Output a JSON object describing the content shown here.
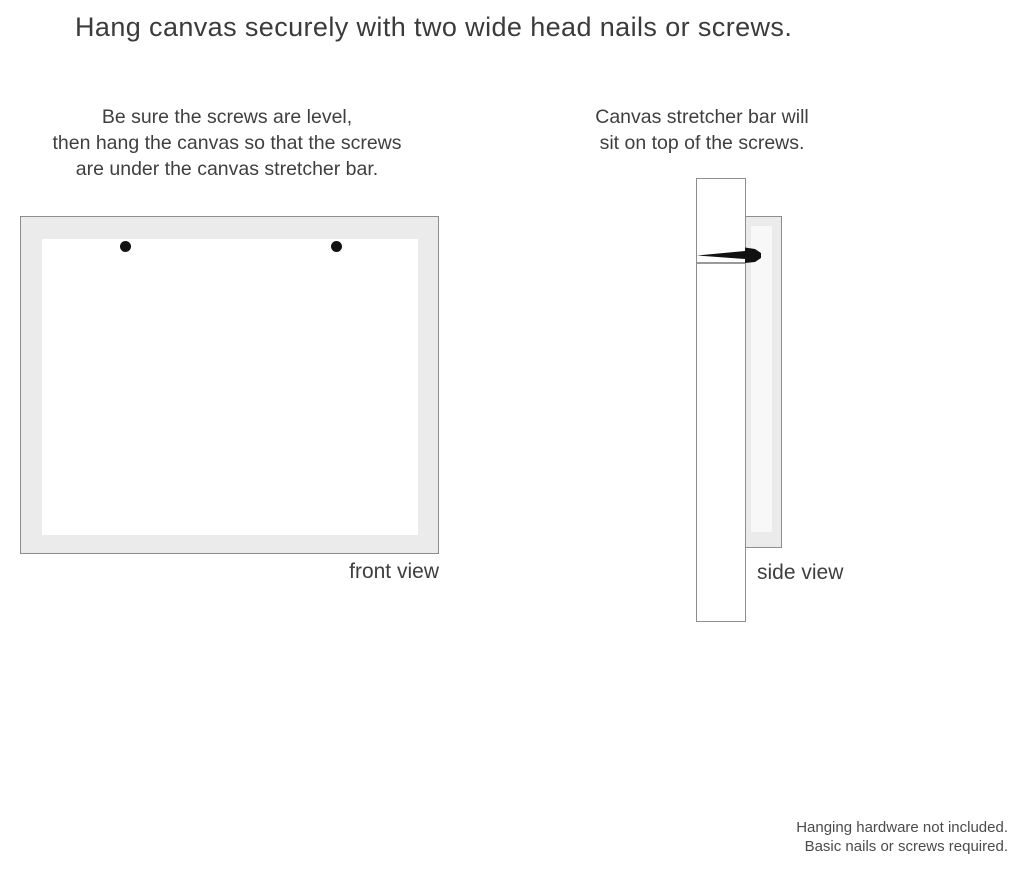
{
  "title": "Hang canvas securely with two wide head nails or screws.",
  "instructions": {
    "front": {
      "lines": [
        "Be sure the screws are level,",
        "then hang the canvas so that the screws",
        "are under the canvas stretcher bar."
      ]
    },
    "side": {
      "lines": [
        "Canvas stretcher bar will",
        "sit on top of the screws."
      ]
    }
  },
  "figures": {
    "front": {
      "label": "front view",
      "nail_count": 2
    },
    "side": {
      "label": "side view"
    }
  },
  "footnote": {
    "lines": [
      "Hanging hardware not included.",
      "Basic nails or screws required."
    ]
  },
  "colors": {
    "background": "#ffffff",
    "canvas_border_fill": "#ebebeb",
    "outline": "#8d8d8d",
    "text": "#3f3f3f",
    "nail": "#111111"
  }
}
